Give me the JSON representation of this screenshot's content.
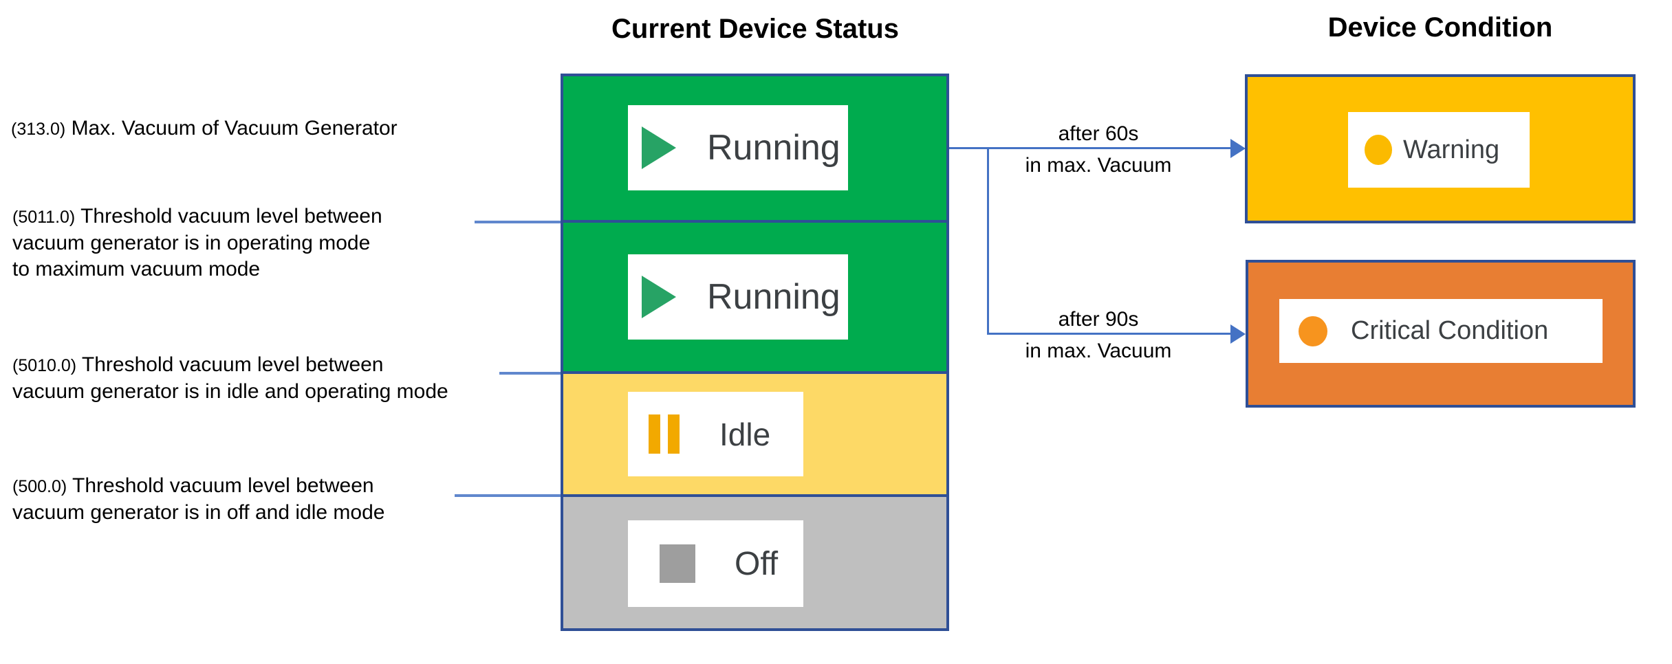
{
  "colors": {
    "green": "#00AB4E",
    "idle_yellow": "#FDD966",
    "off_gray": "#BFBFBF",
    "warning_amber": "#FFC000",
    "critical_orange": "#E87E33",
    "box_border": "#2F4F96",
    "connector_blue": "#4472C4",
    "play_green": "#27A365",
    "pause_amber": "#F2A900",
    "stop_gray": "#9E9E9E",
    "warning_dot": "#FBBA00",
    "critical_dot": "#F7941E",
    "label_gray": "#3C4043"
  },
  "titles": {
    "status_column": "Current Device Status",
    "condition_column": "Device Condition"
  },
  "thresholds": [
    {
      "value": "(313.0)",
      "lines": [
        "Max. Vacuum of Vacuum Generator"
      ]
    },
    {
      "value": "(5011.0)",
      "lines": [
        "Threshold vacuum level between",
        "vacuum generator is in operating mode",
        "to maximum vacuum mode"
      ]
    },
    {
      "value": "(5010.0)",
      "lines": [
        "Threshold vacuum level between",
        "vacuum generator is in idle and operating mode"
      ]
    },
    {
      "value": "(500.0)",
      "lines": [
        "Threshold vacuum level between",
        "vacuum generator is in off and idle mode"
      ]
    }
  ],
  "status_boxes": [
    {
      "label": "Running",
      "icon": "play-icon"
    },
    {
      "label": "Running",
      "icon": "play-icon"
    },
    {
      "label": "Idle",
      "icon": "pause-icon"
    },
    {
      "label": "Off",
      "icon": "stop-icon"
    }
  ],
  "condition_boxes": [
    {
      "label": "Warning",
      "icon": "warning-dot-icon"
    },
    {
      "label": "Critical Condition",
      "icon": "critical-dot-icon"
    }
  ],
  "transitions": [
    {
      "line1": "after 60s",
      "line2": "in max. Vacuum"
    },
    {
      "line1": "after 90s",
      "line2": "in max. Vacuum"
    }
  ]
}
